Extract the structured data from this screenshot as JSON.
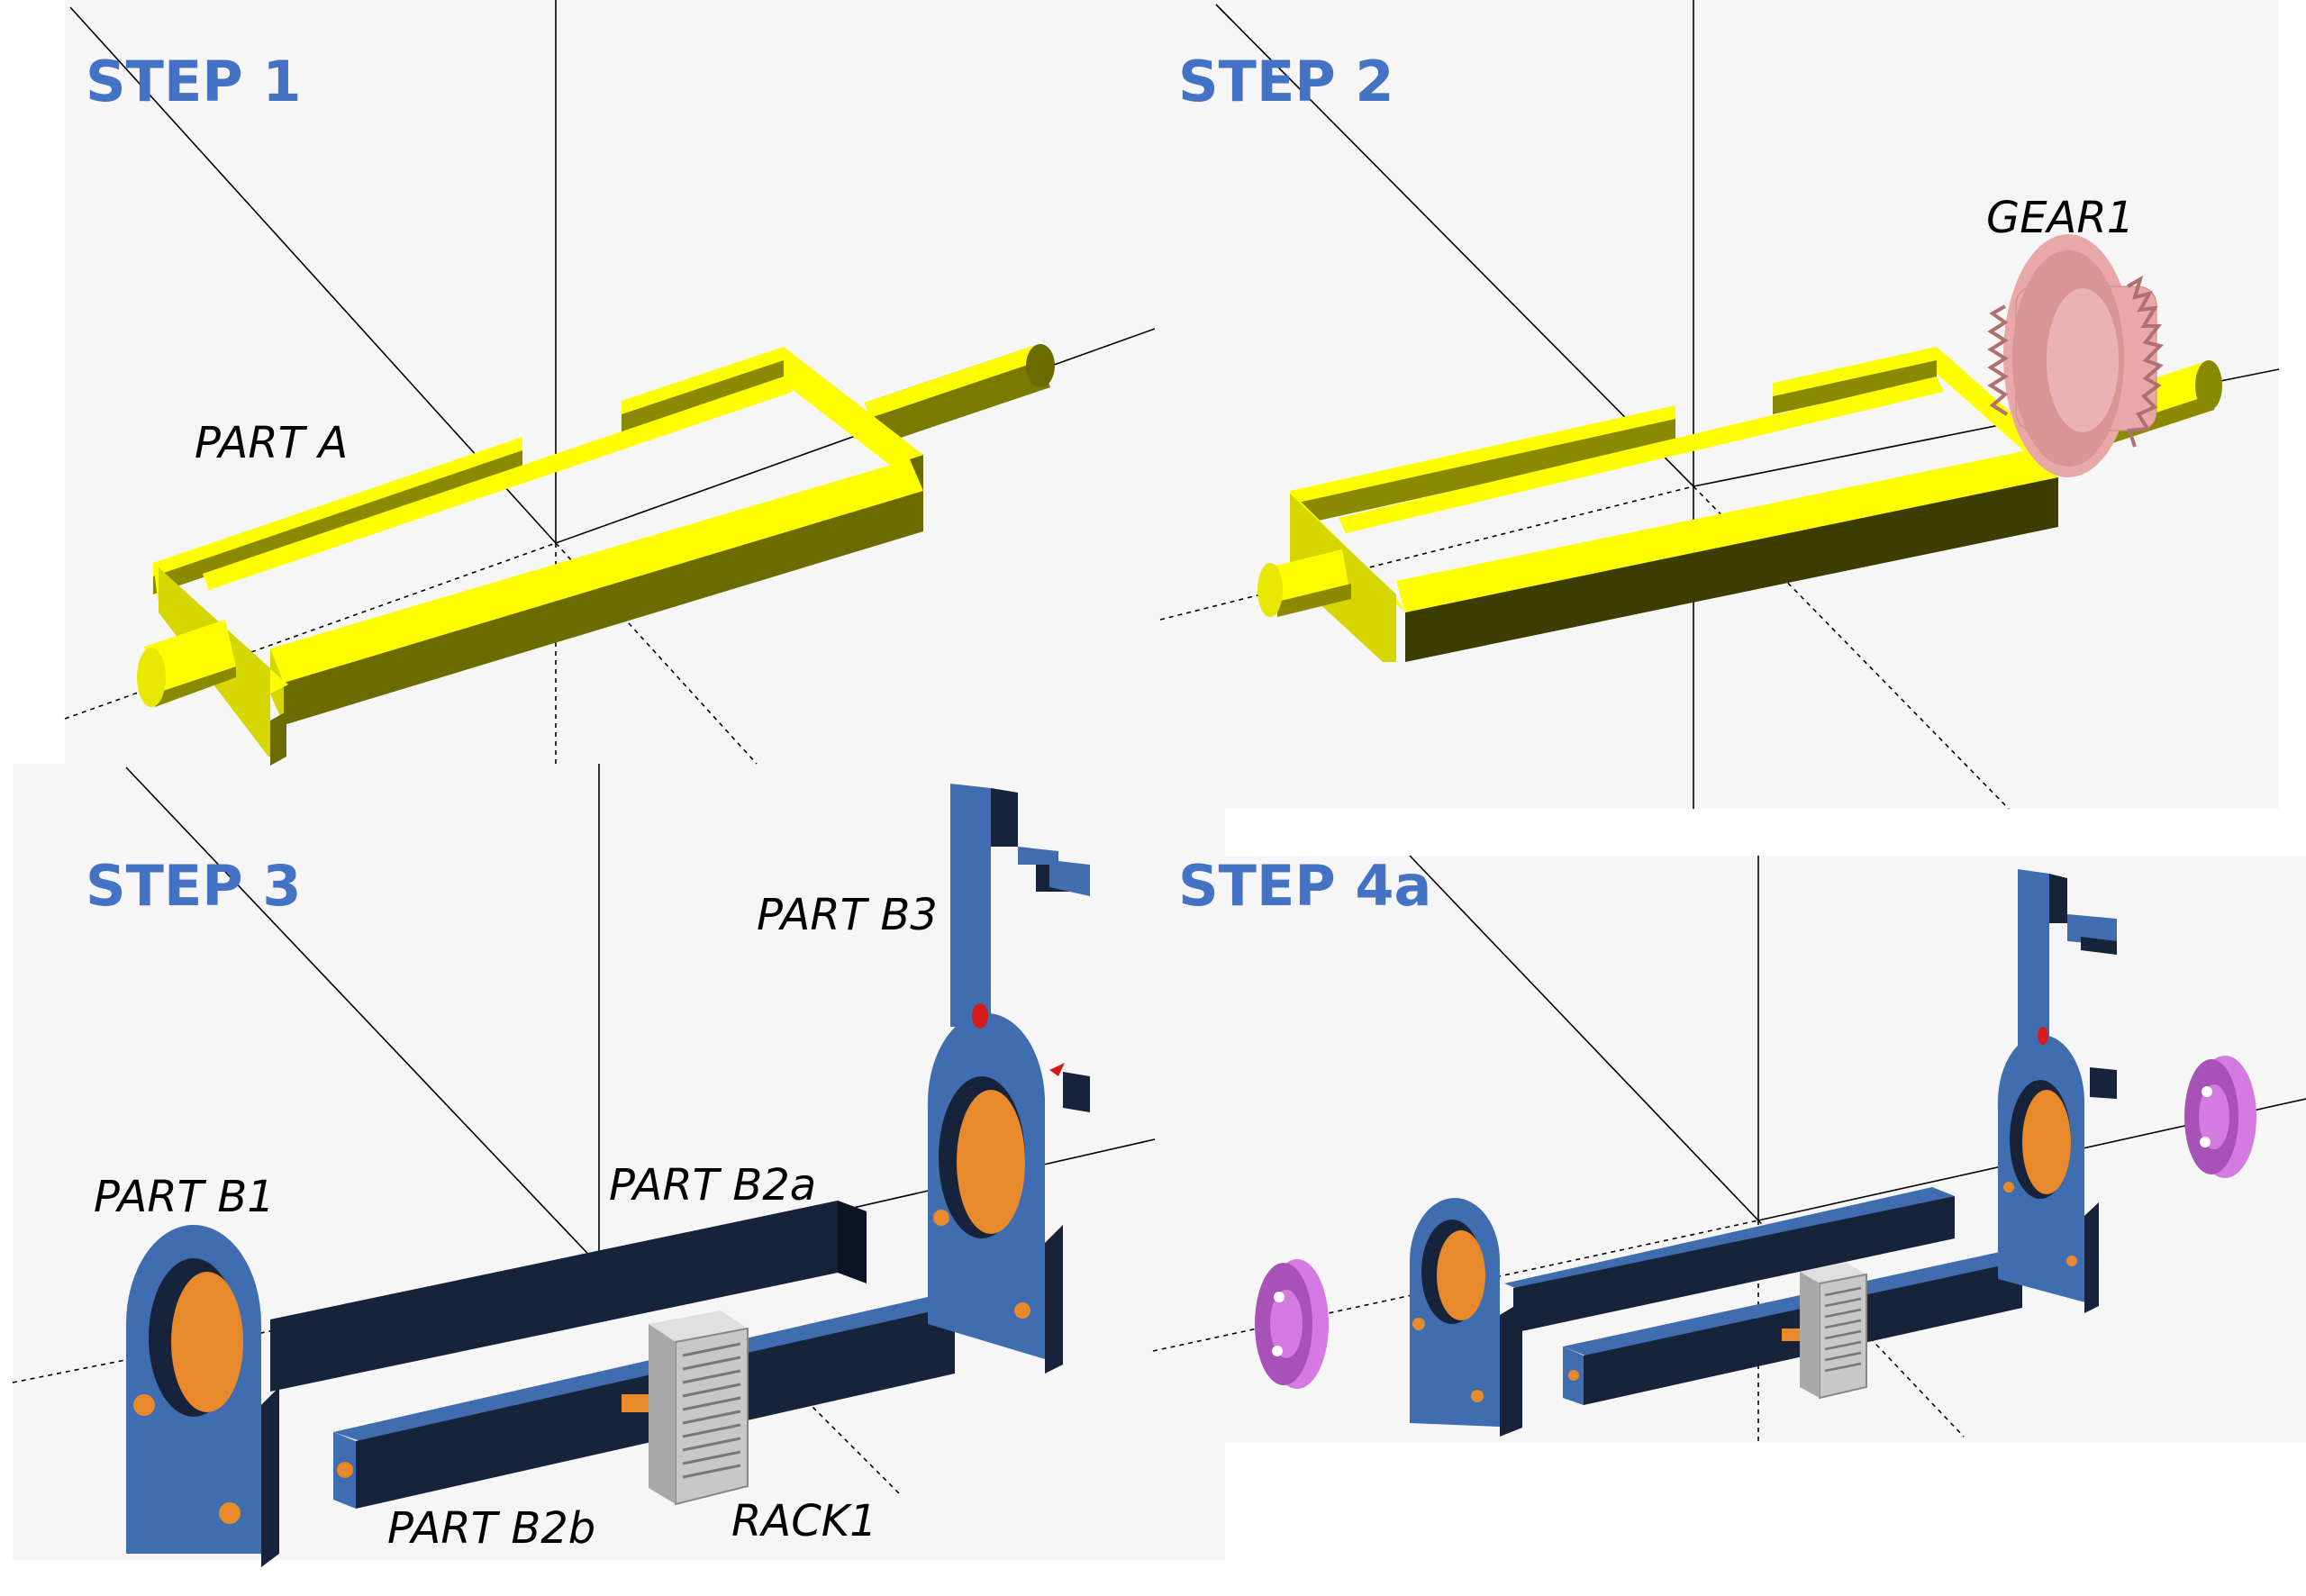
{
  "panels": [
    {
      "id": "step1",
      "title": "STEP 1",
      "labels": [
        "PART A"
      ]
    },
    {
      "id": "step2",
      "title": "STEP 2",
      "labels": [
        "GEAR1"
      ]
    },
    {
      "id": "step3",
      "title": "STEP 3",
      "labels": [
        "PART B3",
        "PART B1",
        "PART B2a",
        "PART B2b",
        "RACK1"
      ]
    },
    {
      "id": "step4a",
      "title": "STEP 4a",
      "labels": []
    }
  ],
  "colors": {
    "title": "#4472c4",
    "background": "#f6f6f6",
    "part_yellow": "#fefe00",
    "part_yellow_dark": "#6b6b00",
    "part_blue": "#3f6db0",
    "part_blue_dark": "#17233a",
    "bore_orange": "#e8892b",
    "gear_pink": "#e8a8a8",
    "bearing_magenta": "#d47ae0",
    "rack_grey": "#c8c8c8",
    "hole_red": "#d41a1a"
  }
}
